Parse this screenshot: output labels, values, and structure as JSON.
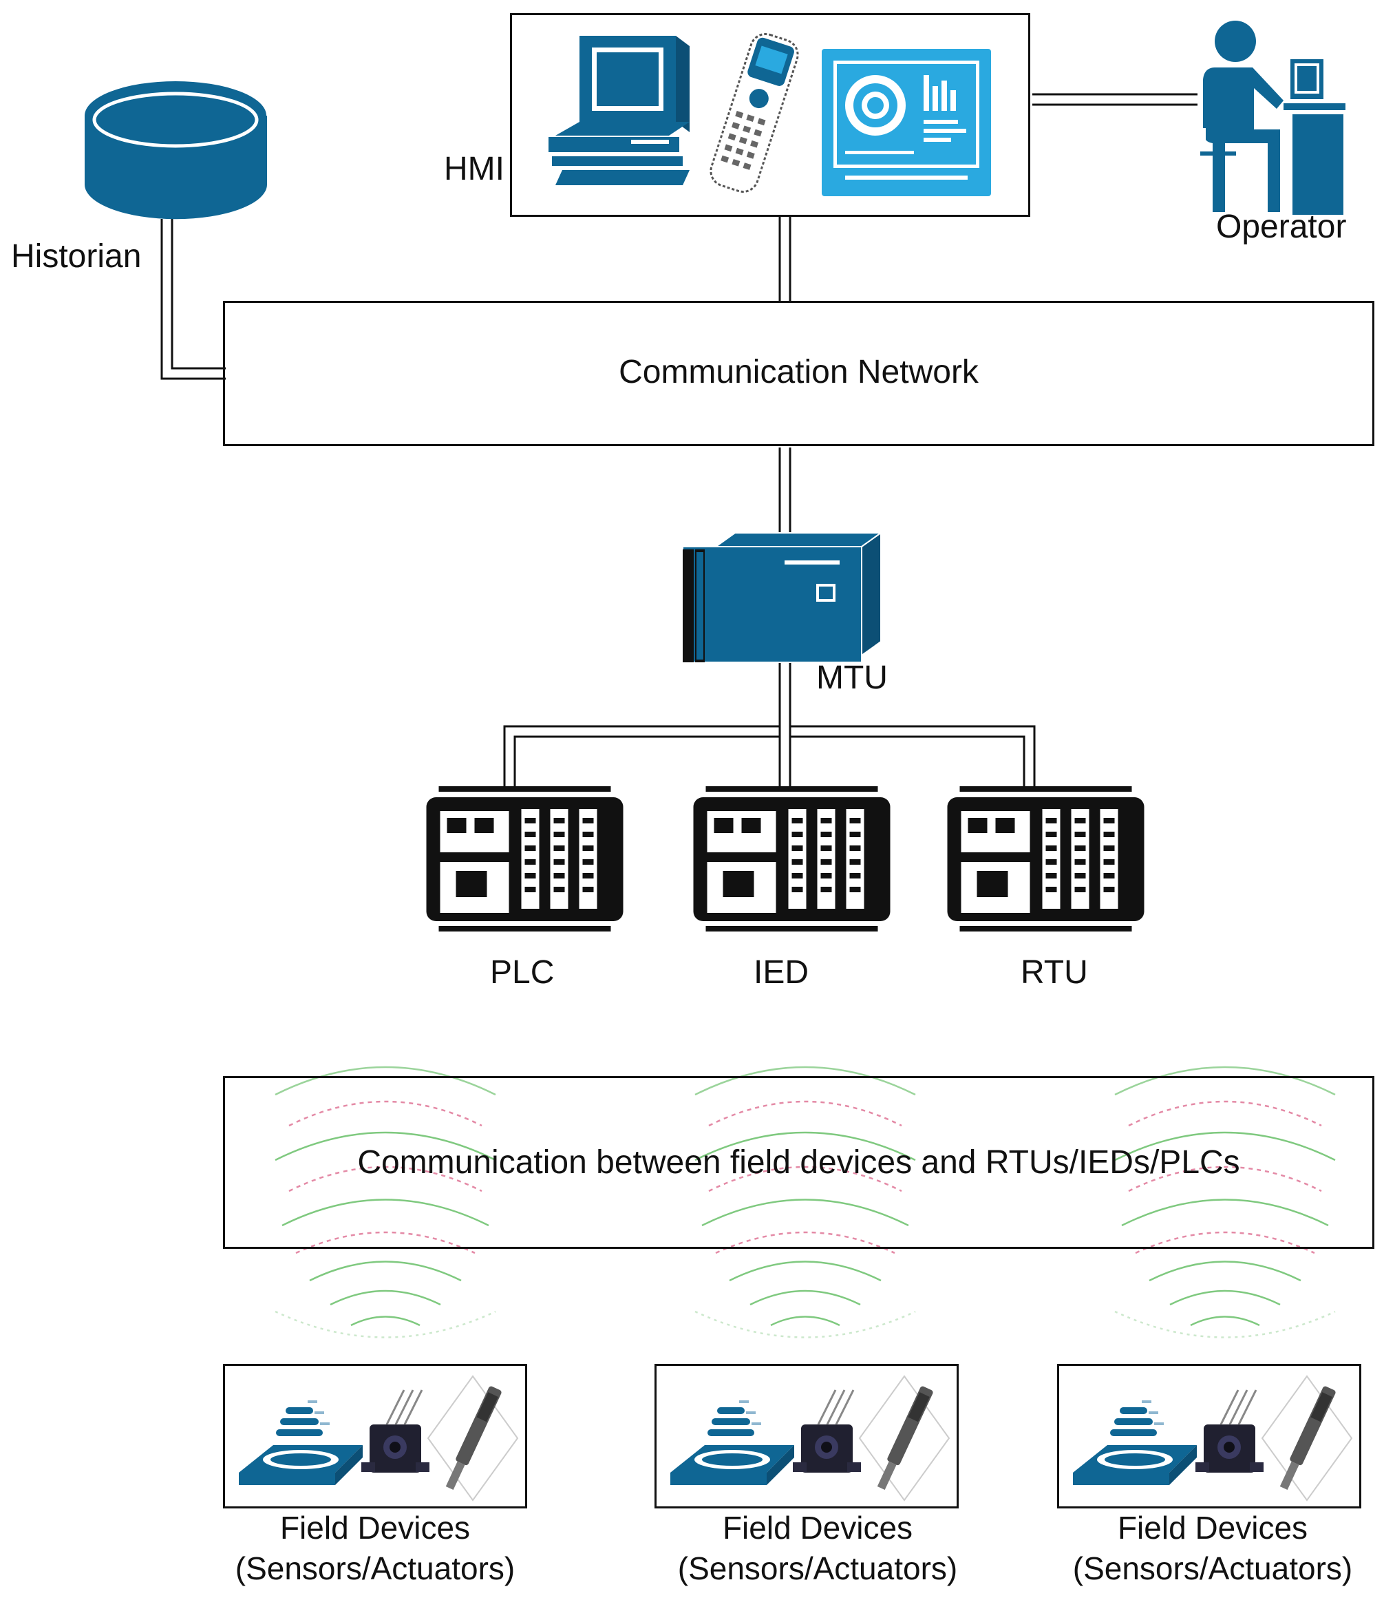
{
  "diagram": {
    "hmi": {
      "label": "HMI"
    },
    "historian": {
      "label": "Historian"
    },
    "operator": {
      "label": "Operator"
    },
    "network": {
      "label": "Communication Network"
    },
    "mtu": {
      "label": "MTU"
    },
    "controllers": [
      {
        "label": "PLC"
      },
      {
        "label": "IED"
      },
      {
        "label": "RTU"
      }
    ],
    "field_comm": {
      "label": "Communication between field devices and RTUs/IEDs/PLCs"
    },
    "field_devices": [
      {
        "line1": "Field Devices",
        "line2": "(Sensors/Actuators)"
      },
      {
        "line1": "Field Devices",
        "line2": "(Sensors/Actuators)"
      },
      {
        "line1": "Field Devices",
        "line2": "(Sensors/Actuators)"
      }
    ]
  },
  "colors": {
    "device_blue": "#0f6694",
    "screen_blue": "#2aa9e0",
    "line": "#111111",
    "wave_green": "#7fc97f",
    "wave_pink": "#e48aa6"
  },
  "icons": [
    "database-icon",
    "computer-icon",
    "handheld-icon",
    "monitor-dashboard-icon",
    "operator-icon",
    "mtu-server-icon",
    "controller-icon",
    "wireless-wave-icon",
    "sensor-icon",
    "actuator-icon"
  ]
}
